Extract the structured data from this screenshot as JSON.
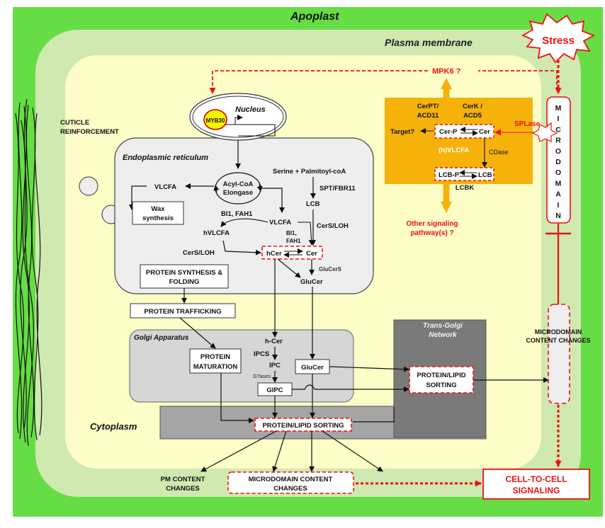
{
  "regions": {
    "apoplast": "Apoplast",
    "plasma_membrane": "Plasma membrane",
    "cytoplasm": "Cytoplasm",
    "nucleus": "Nucleus",
    "er": "Endoplasmic reticulum",
    "golgi": "Golgi Apparatus",
    "tgn_line1": "Trans-Golgi",
    "tgn_line2": "Network"
  },
  "stress": {
    "label": "Stress",
    "mpk6": "MPK6 ?",
    "splase": "SPLase",
    "microdomain_letters": [
      "M",
      "I",
      "C",
      "R",
      "O",
      "D",
      "O",
      "M",
      "A",
      "I",
      "N"
    ]
  },
  "cuticle": [
    "CUTICLE",
    "REINFORCEMENT"
  ],
  "nucleus": {
    "myb30": "MYB30"
  },
  "er": {
    "acyl_line1": "Acyl-CoA",
    "acyl_line2": "Elongase",
    "serine": "Serine + Palmitoyl-coA",
    "spt": "SPT/FBR11",
    "lcb": "LCB",
    "vlcfa_left": "VLCFA",
    "wax_line1": "Wax",
    "wax_line2": "synthesis",
    "bi1_fah1": "BI1, FAH1",
    "vlcfa_center": "VLCFA",
    "hvlcfa": "hVLCFA",
    "cers_loh_right": "CerS/LOH",
    "cers_loh_left": "CerS/LOH",
    "bi1_small1": "BI1,",
    "fah1_small": "FAH1",
    "hcer": "hCer",
    "cer": "Cer",
    "glucers": "GluCerS",
    "glucer": "GluCer"
  },
  "protein": {
    "synth_line1": "PROTEIN SYNTHESIS &",
    "synth_line2": "FOLDING",
    "trafficking": "PROTEIN TRAFFICKING",
    "maturation_line1": "PROTEIN",
    "maturation_line2": "MATURATION"
  },
  "golgi": {
    "hcer": "h-Cer",
    "ipcs": "IPCS",
    "ipc": "IPC",
    "gtases": "GTases",
    "gipc": "GIPC",
    "glucer": "GluCer"
  },
  "tgn": {
    "sorting_line1": "PROTEIN/LIPID",
    "sorting_line2": "SORTING"
  },
  "cytoplasm": {
    "sorting": "PROTEIN/LIPID SORTING",
    "pm_line1": "PM CONTENT",
    "pm_line2": "CHANGES",
    "micro_line1": "MICRODOMAIN CONTENT",
    "micro_line2": "CHANGES"
  },
  "right": {
    "micro_changes_line1": "MICRODOMAIN",
    "micro_changes_line2": "CONTENT CHANGES",
    "cell_line1": "CELL-TO-CELL",
    "cell_line2": "SIGNALING"
  },
  "signaling": {
    "cerpt": "CerPT/",
    "acd11": "ACD11",
    "cerk": "CerK /",
    "acd5": "ACD5",
    "target": "Target?",
    "cerp": "Cer-P",
    "cer": "Cer",
    "hvlcfa": "(h)VLCFA",
    "cdase": "CDase",
    "lcbp": "LCB-P",
    "lcb": "LCB",
    "lcbk": "LCBK",
    "other_line1": "Other signaling",
    "other_line2": "pathway(s) ?"
  },
  "colors": {
    "apoplast": "#66dd44",
    "membrane": "#cfe9b0",
    "cytoplasm": "#fdfdc8",
    "signal_box": "#f6b20a",
    "stress_red": "#ee1111"
  }
}
